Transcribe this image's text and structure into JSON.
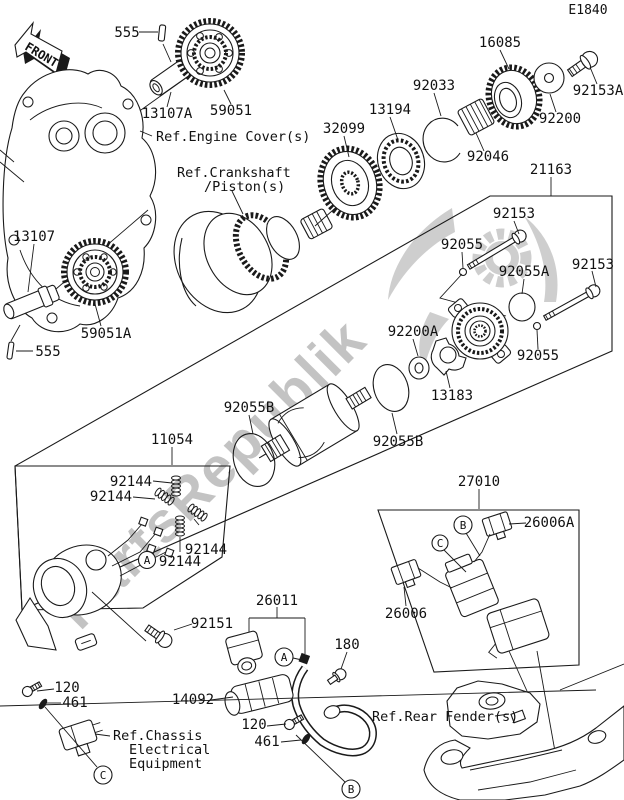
{
  "diagram": {
    "code": "E1840",
    "front_marker": "FRONT",
    "watermark_text": "PartsRepublik",
    "watermark_color": "#b5b5b5",
    "line_color": "#1a1a1a"
  },
  "parts": {
    "p555_top": "555",
    "p13107a": "13107A",
    "p59051": "59051",
    "p13107": "13107",
    "p59051a": "59051A",
    "p555_left": "555",
    "p32099": "32099",
    "p13194": "13194",
    "p92033": "92033",
    "p92046": "92046",
    "p16085": "16085",
    "p92200": "92200",
    "p92153a": "92153A",
    "p21163": "21163",
    "p92153_top": "92153",
    "p92055_top": "92055",
    "p92055a": "92055A",
    "p92153_right": "92153",
    "p92055_bottom": "92055",
    "p92200a": "92200A",
    "p13183": "13183",
    "p92055b_left": "92055B",
    "p92055b_right": "92055B",
    "p11054": "11054",
    "p92144_1": "92144",
    "p92144_2": "92144",
    "p92144_3": "92144",
    "p92144_4": "92144",
    "p92151": "92151",
    "p26011": "26011",
    "p180": "180",
    "p14092": "14092",
    "p120_left": "120",
    "p461_left": "461",
    "p120_right": "120",
    "p461_right": "461",
    "p27010": "27010",
    "p26006a": "26006A",
    "p26006": "26006"
  },
  "refs": {
    "engine_cover": "Ref.Engine Cover(s)",
    "crankshaft_line1": "Ref.Crankshaft",
    "crankshaft_line2": "/Piston(s)",
    "chassis_line1": "Ref.Chassis",
    "chassis_line2": "Electrical",
    "chassis_line3": "Equipment",
    "rear_fender": "Ref.Rear Fender(s)"
  },
  "callouts": {
    "a": "A",
    "b": "B",
    "c": "C"
  }
}
